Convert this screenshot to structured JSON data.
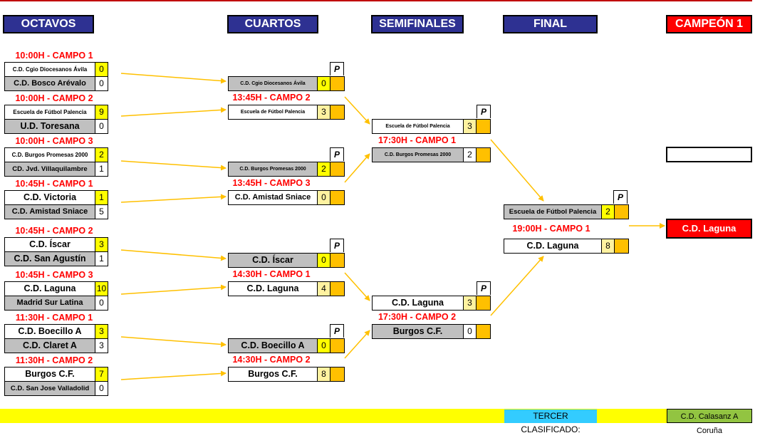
{
  "headers": {
    "octavos": "OCTAVOS",
    "cuartos": "CUARTOS",
    "semifinales": "SEMIFINALES",
    "final": "FINAL",
    "campeon": "CAMPEÓN 1"
  },
  "penalty_label": "P",
  "octavos": [
    {
      "time": "10:00H - CAMPO 1",
      "team1": "C.D. Cgio Diocesanos Ávila",
      "score1": "0",
      "team2": "C.D. Bosco Arévalo",
      "score2": "0"
    },
    {
      "time": "10:00H - CAMPO 2",
      "team1": "Escuela de Fútbol Palencia",
      "score1": "9",
      "team2": "U.D. Toresana",
      "score2": "0"
    },
    {
      "time": "10:00H - CAMPO 3",
      "team1": "C.D. Burgos Promesas 2000",
      "score1": "2",
      "team2": "CD. Jvd.  Villaquilambre",
      "score2": "1"
    },
    {
      "time": "10:45H - CAMPO 1",
      "team1": "C.D. Victoria",
      "score1": "1",
      "team2": "C.D. Amistad Sniace",
      "score2": "5"
    },
    {
      "time": "10:45H - CAMPO 2",
      "team1": "C.D. Íscar",
      "score1": "3",
      "team2": "C.D. San Agustín",
      "score2": "1"
    },
    {
      "time": "10:45H - CAMPO 3",
      "team1": "C.D. Laguna",
      "score1": "10",
      "team2": "Madrid Sur Latina",
      "score2": "0"
    },
    {
      "time": "11:30H - CAMPO 1",
      "team1": "C.D. Boecillo A",
      "score1": "3",
      "team2": "C.D. Claret A",
      "score2": "3"
    },
    {
      "time": "11:30H - CAMPO 2",
      "team1": "Burgos C.F.",
      "score1": "7",
      "team2": "C.D. San Jose Valladolid",
      "score2": "0"
    }
  ],
  "cuartos": [
    {
      "time": "13:45H - CAMPO 2",
      "team1": "C.D. Cgio Diocesanos Ávila",
      "score1": "0",
      "team2": "Escuela de Fútbol Palencia",
      "score2": "3"
    },
    {
      "time": "13:45H - CAMPO 3",
      "team1": "C.D. Burgos Promesas 2000",
      "score1": "2",
      "team2": "C.D. Amistad Sniace",
      "score2": "0"
    },
    {
      "time": "14:30H - CAMPO 1",
      "team1": "C.D. Íscar",
      "score1": "0",
      "team2": "C.D. Laguna",
      "score2": "4"
    },
    {
      "time": "14:30H - CAMPO 2",
      "team1": "C.D. Boecillo A",
      "score1": "0",
      "team2": "Burgos C.F.",
      "score2": "8"
    }
  ],
  "semis": [
    {
      "time": "17:30H - CAMPO 1",
      "team1": "Escuela de Fútbol Palencia",
      "score1": "3",
      "team2": "C.D. Burgos Promesas 2000",
      "score2": "2"
    },
    {
      "time": "17:30H - CAMPO 2",
      "team1": "C.D. Laguna",
      "score1": "3",
      "team2": "Burgos C.F.",
      "score2": "0"
    }
  ],
  "final": {
    "time": "19:00H - CAMPO 1",
    "team1": "Escuela de Fútbol Palencia",
    "score1": "2",
    "team2": "C.D. Laguna",
    "score2": "8"
  },
  "champion": "C.D. Laguna",
  "third": {
    "label": "TERCER CLASIFICADO:",
    "team": "C.D. Calasanz A Coruña"
  },
  "colors": {
    "header": "#2e3192",
    "time": "#ff0000",
    "connector": "#ffc000",
    "penalty": "#ffc000",
    "score": "#ffff00",
    "champion": "#ff0000",
    "third_arrow": "#8064a2"
  }
}
